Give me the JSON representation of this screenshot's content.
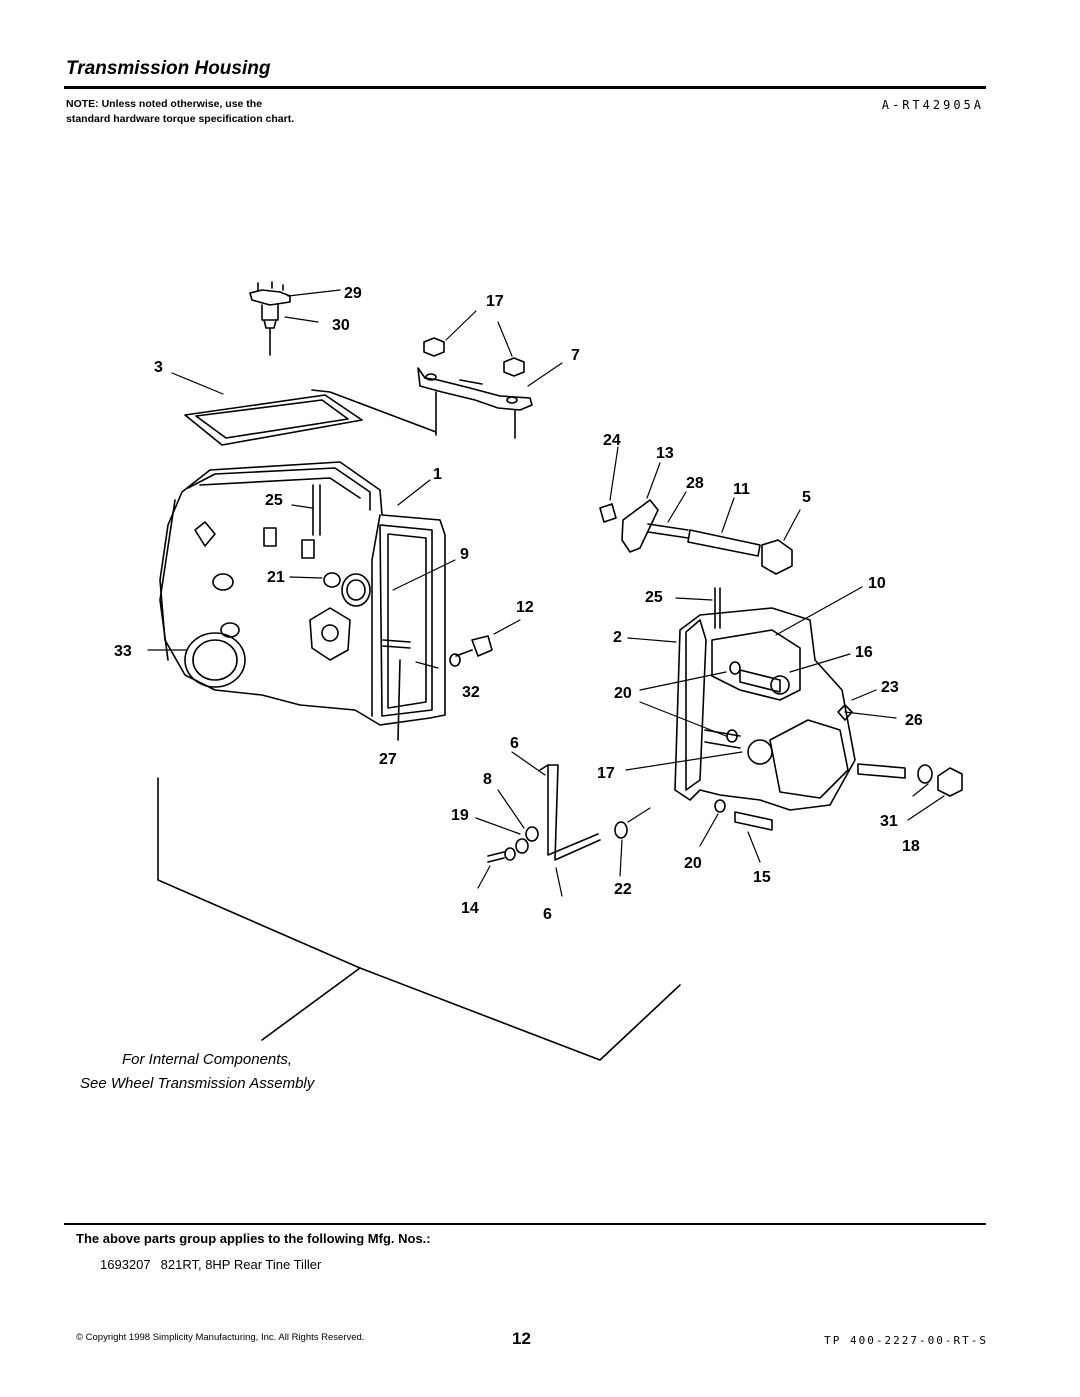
{
  "header": {
    "title": "Transmission Housing",
    "note": "NOTE: Unless noted otherwise, use the standard hardware torque specification chart.",
    "figure_code": "A-RT42905A"
  },
  "diagram": {
    "callouts": [
      "29",
      "17",
      "30",
      "7",
      "3",
      "24",
      "13",
      "1",
      "28",
      "11",
      "5",
      "25",
      "9",
      "21",
      "25",
      "10",
      "12",
      "2",
      "33",
      "16",
      "32",
      "20",
      "23",
      "26",
      "27",
      "6",
      "8",
      "17",
      "19",
      "31",
      "18",
      "20",
      "15",
      "22",
      "14",
      "6"
    ],
    "internal_note_line1": "For Internal Components,",
    "internal_note_line2": "See Wheel Transmission Assembly"
  },
  "footer": {
    "applies_text": "The above parts group applies to the following Mfg. Nos.:",
    "mfg_no": "1693207",
    "model": "821RT, 8HP Rear Tine Tiller",
    "copyright": "© Copyright 1998 Simplicity Manufacturing, Inc. All Rights Reserved.",
    "page_number": "12",
    "doc_code": "TP 400-2227-00-RT-S"
  }
}
